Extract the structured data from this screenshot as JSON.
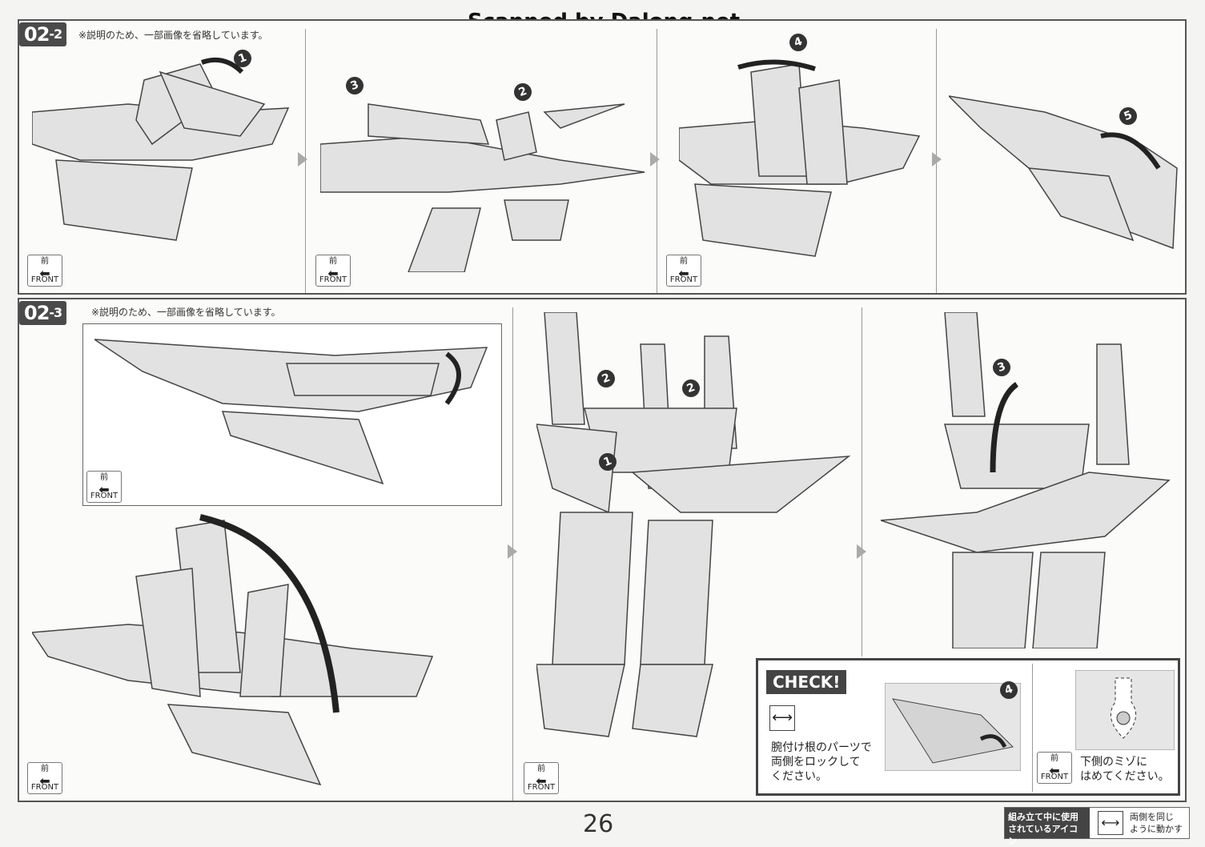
{
  "watermark": "Scanned by Dalong.net",
  "page_number": "26",
  "note": "※説明のため、一部画像を省略しています。",
  "steps": [
    {
      "major": "02",
      "minor": "-2"
    },
    {
      "major": "02",
      "minor": "-3"
    }
  ],
  "front": {
    "kanji": "前",
    "label": "FRONT"
  },
  "markers": [
    "1",
    "2",
    "3",
    "4",
    "5"
  ],
  "check": {
    "title": "CHECK!",
    "text_lines": [
      "腕付け根のパーツで",
      "両側をロックして",
      "ください。"
    ],
    "text2_lines": [
      "下側のミゾに",
      "はめてください。"
    ],
    "marker": "4"
  },
  "legend": {
    "left_lines": [
      "組み立て中に使用",
      "されているアイコン"
    ],
    "right_lines": [
      "両側を同じ",
      "ように動かす"
    ]
  },
  "colors": {
    "ink": "#333333",
    "paper": "#fbfbf9",
    "frame": "#555555"
  }
}
